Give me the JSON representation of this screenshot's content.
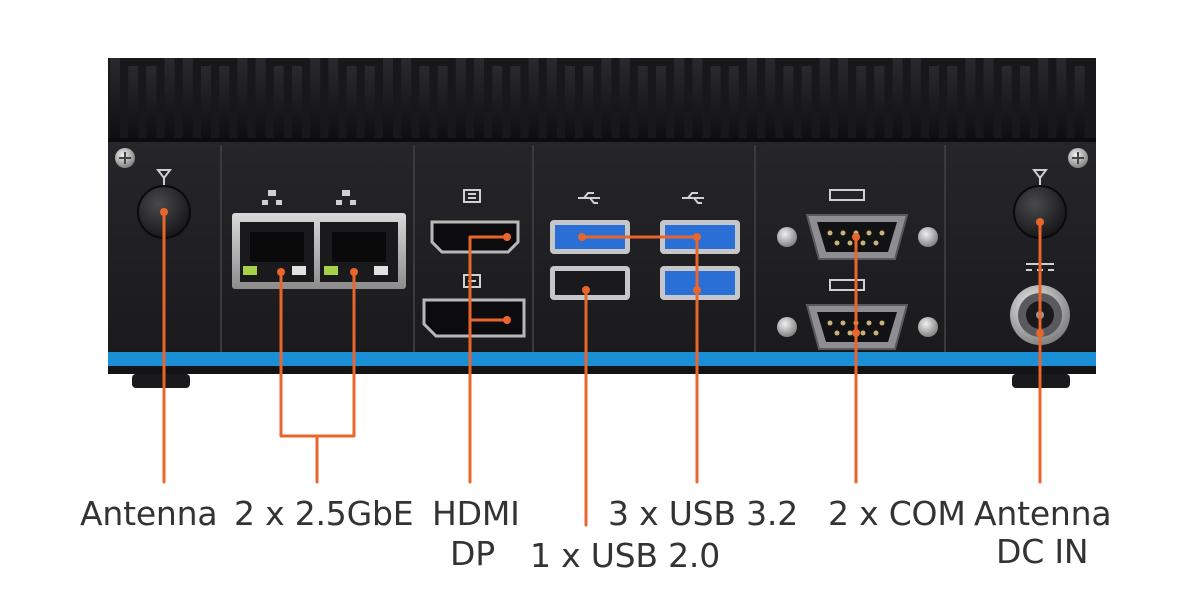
{
  "device": {
    "name": "fanless-mini-pc-rear-io-panel",
    "colors": {
      "chassis": "#1d1d1f",
      "panel": "#202024",
      "fins": "#141416",
      "accent_stripe": "#1a8fd6",
      "callout": "#e8662c",
      "usb3_port": "#2a6fd6",
      "label_text": "#333333"
    },
    "icons": {
      "antenna": "antenna-icon",
      "lan": "network-icon",
      "hdmi": "hdmi-icon",
      "dp": "displayport-icon",
      "usb": "usb-icon",
      "com": "serial-port-icon",
      "dc": "dc-power-icon"
    }
  },
  "labels": {
    "antenna_left": "Antenna",
    "lan": "2 x 2.5GbE",
    "hdmi": "HDMI",
    "dp": "DP",
    "usb3": "3 x USB 3.2",
    "usb2": "1 x USB 2.0",
    "com": "2 x COM",
    "antenna_right": "Antenna",
    "dc_in": "DC IN"
  }
}
